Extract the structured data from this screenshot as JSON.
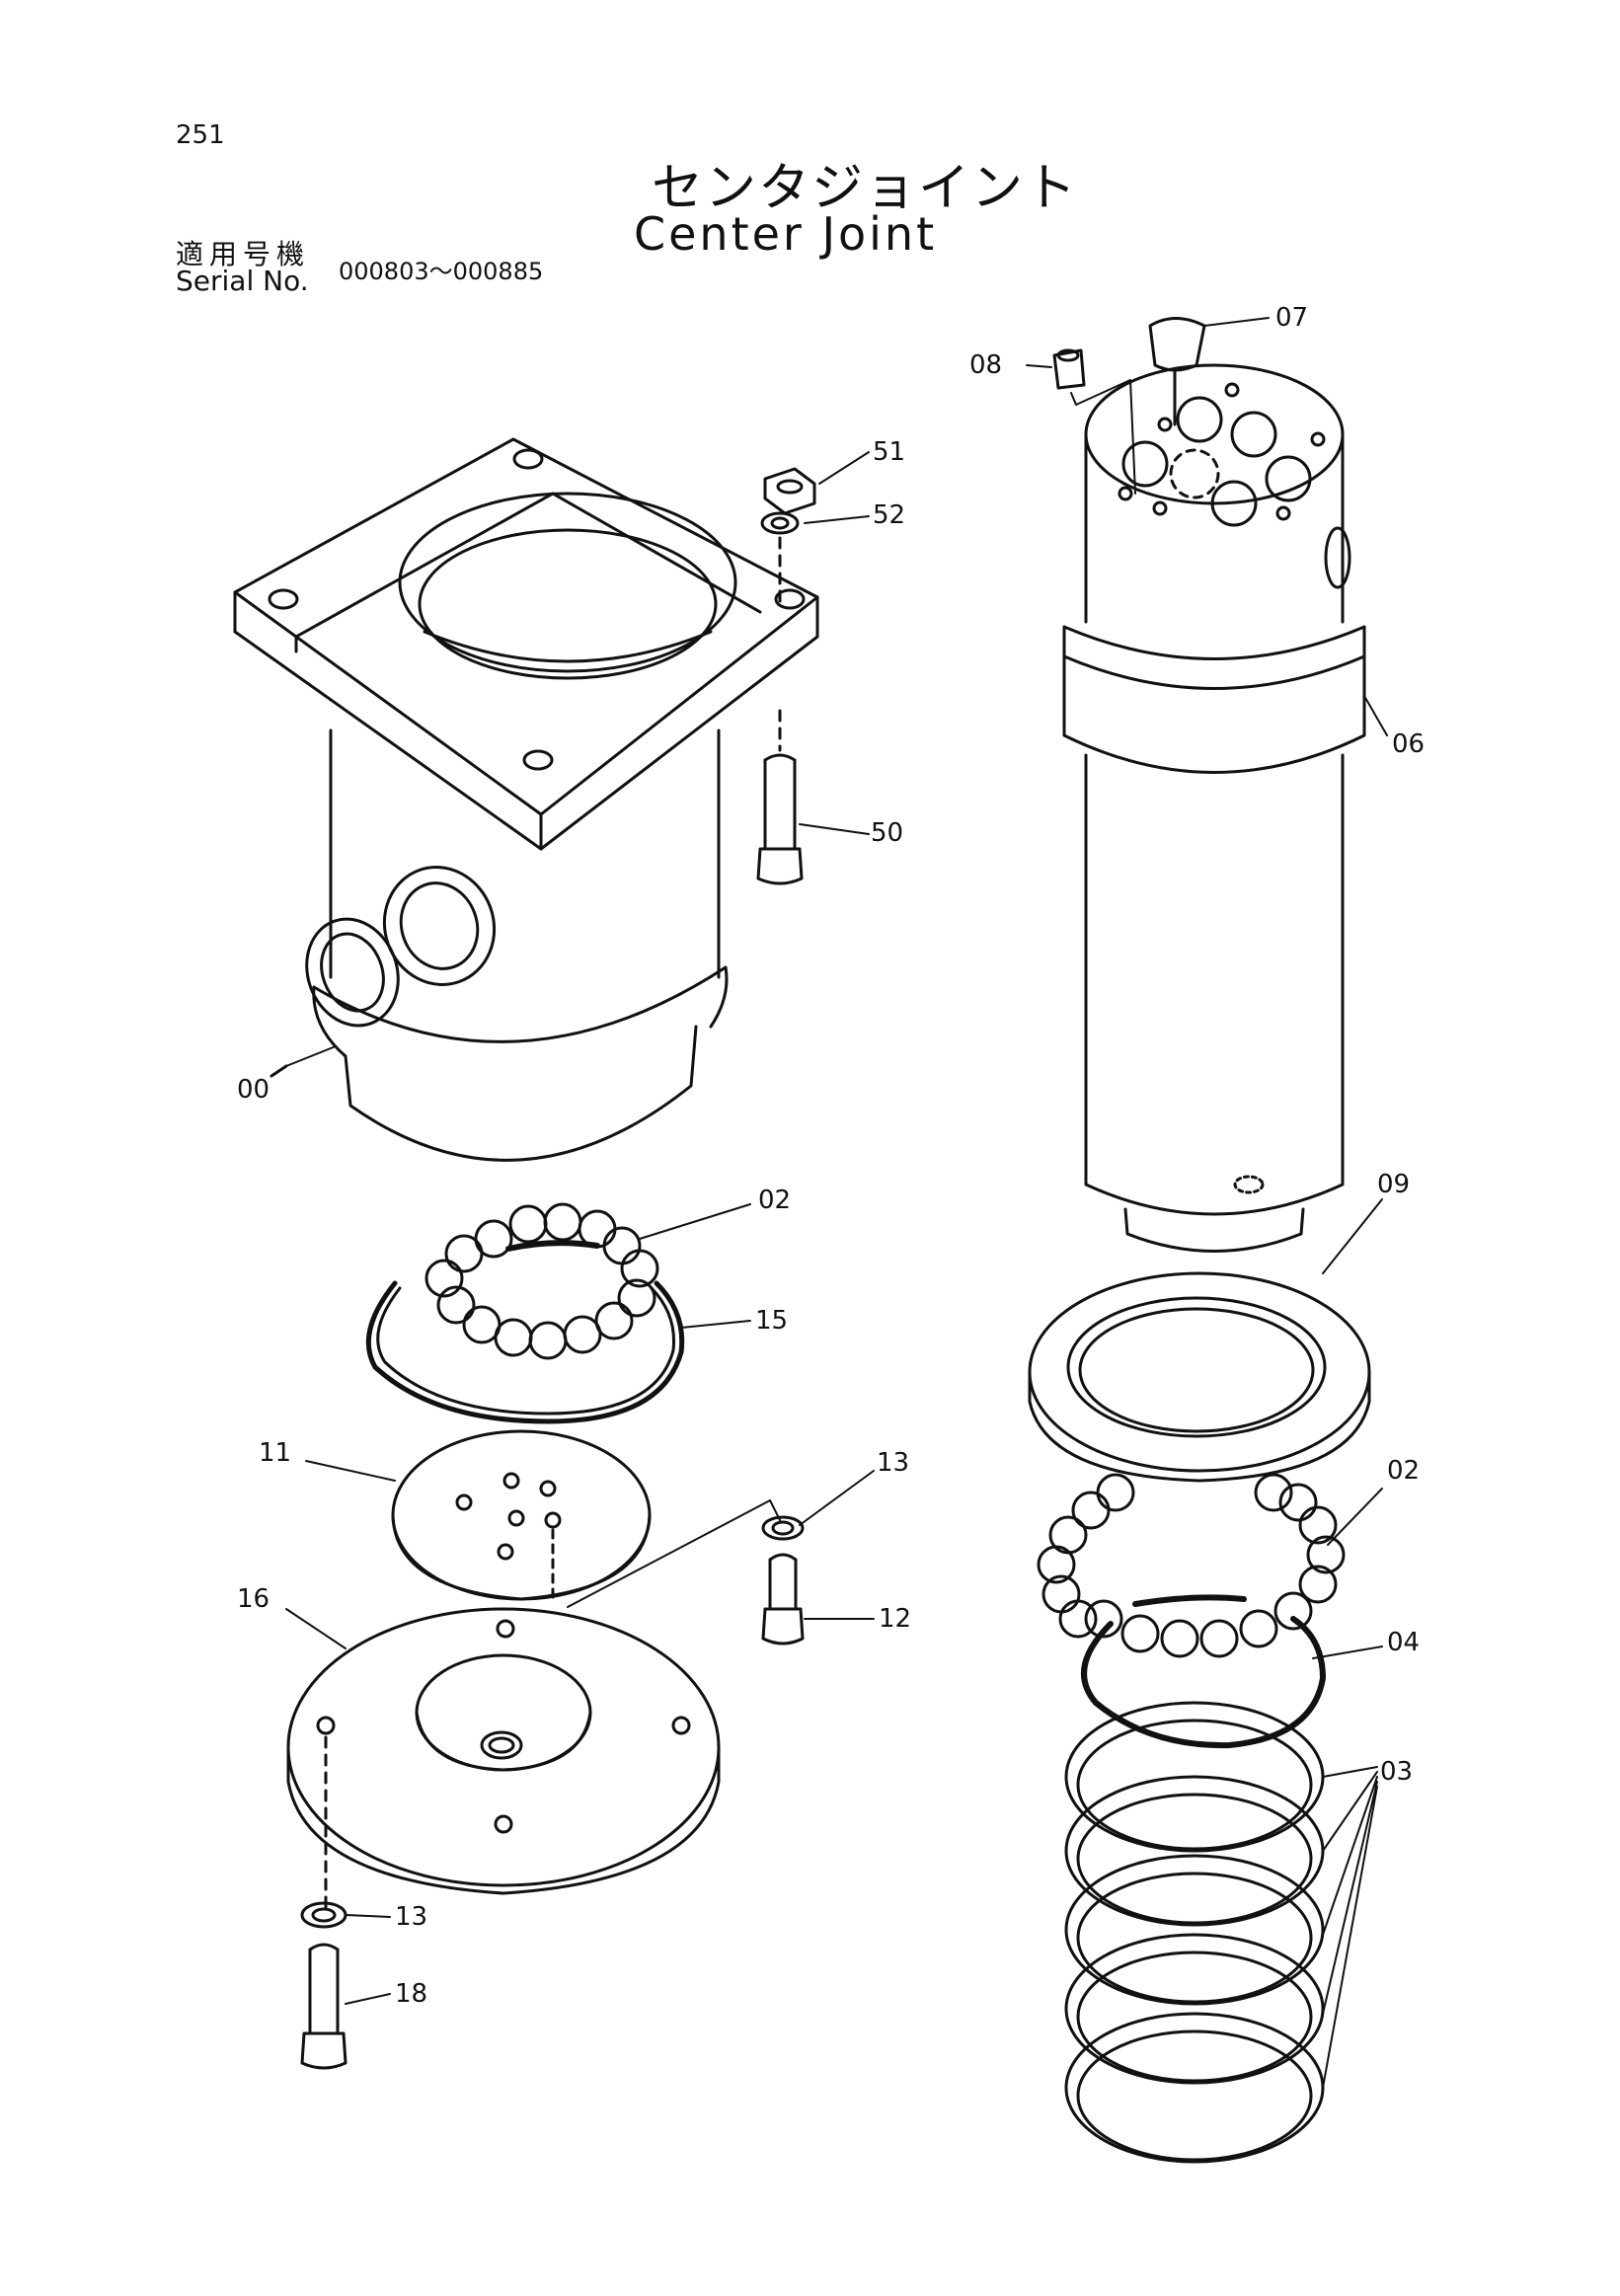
{
  "page_number": "251",
  "title": {
    "japanese": "センタジョイント",
    "english": "Center Joint"
  },
  "serial": {
    "label_jp": "適用号機",
    "label_en": "Serial No.",
    "range": "000803～000885"
  },
  "part_labels": {
    "p00": "00",
    "p02a": "02",
    "p02b": "02",
    "p03": "03",
    "p04": "04",
    "p06": "06",
    "p07": "07",
    "p08": "08",
    "p09": "09",
    "p11": "11",
    "p12": "12",
    "p13a": "13",
    "p13b": "13",
    "p15": "15",
    "p16": "16",
    "p18": "18",
    "p50": "50",
    "p51": "51",
    "p52": "52"
  }
}
